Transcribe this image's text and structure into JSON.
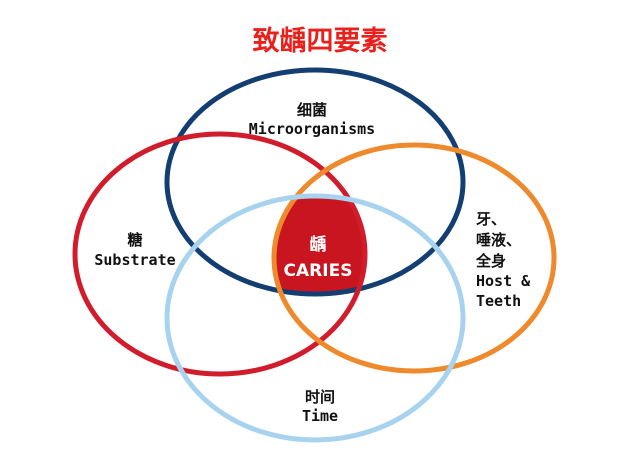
{
  "title": "致龋四要素",
  "colors": {
    "title": "#e8211d",
    "microorganisms": "#123e72",
    "substrate": "#d11c2c",
    "host": "#ef8a2c",
    "time": "#a7d3ef",
    "center_fill": "#c8151f",
    "center_text": "#ffffff",
    "label_text": "#111111"
  },
  "sets": {
    "microorganisms": {
      "cn": "细菌",
      "en": "Microorganisms"
    },
    "substrate": {
      "cn": "糖",
      "en": "Substrate"
    },
    "host": {
      "cn_line1": "牙、",
      "cn_line2": "唾液、",
      "cn_line3": "全身",
      "en_line1": "Host &",
      "en_line2": "Teeth"
    },
    "time": {
      "cn": "时间",
      "en": "Time"
    }
  },
  "center": {
    "cn": "龋",
    "en": "CARIES"
  }
}
